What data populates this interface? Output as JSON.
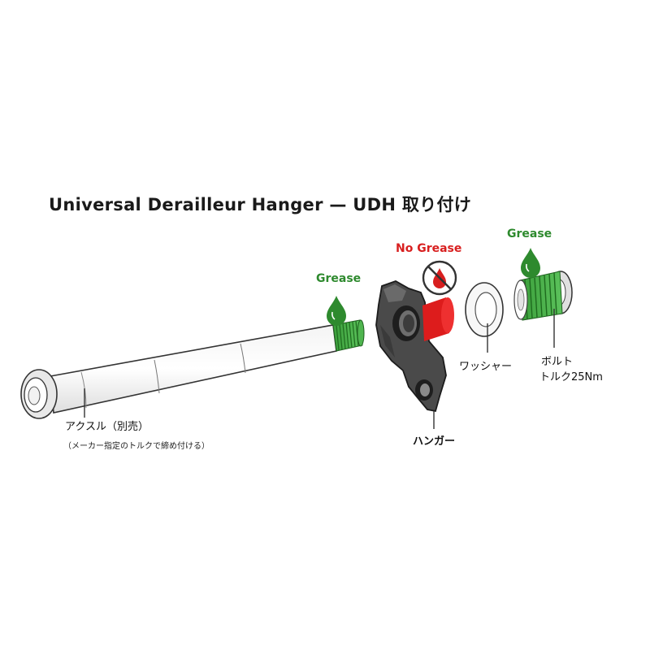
{
  "title": "Universal Derailleur Hanger — UDH 取り付け",
  "labels": {
    "grease_axle": "Grease",
    "no_grease": "No Grease",
    "grease_bolt": "Grease",
    "axle": "アクスル（別売）",
    "axle_note": "（メーカー指定のトルクで締め付ける）",
    "hanger": "ハンガー",
    "washer": "ワッシャー",
    "bolt": "ボルト",
    "bolt_torque": "トルク25Nm"
  },
  "colors": {
    "grease": "#2e8a2e",
    "no_grease": "#d81f1f",
    "thread_green": "#3fae3f",
    "hanger_gray": "#4a4a4a"
  }
}
